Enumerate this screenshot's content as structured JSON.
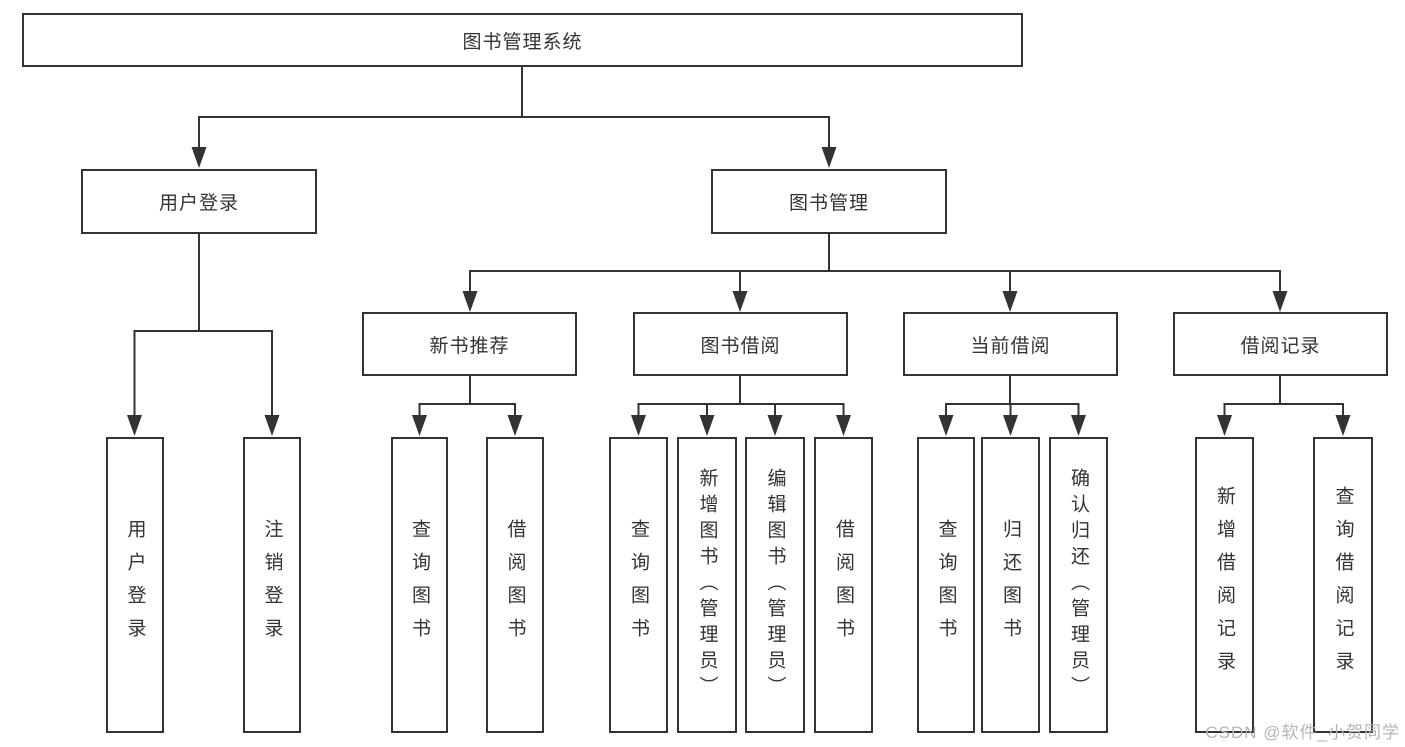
{
  "colors": {
    "line": "#333333",
    "text": "#333333",
    "box-bg": "#ffffff",
    "background": "#ffffff",
    "watermark": "#b5b5b5"
  },
  "tree": {
    "root": {
      "label": "图书管理系统"
    },
    "level2": [
      {
        "label": "用户登录",
        "leaves": [
          "用户登录",
          "注销登录"
        ]
      },
      {
        "label": "图书管理",
        "groups": [
          {
            "label": "新书推荐",
            "leaves": [
              "查询图书",
              "借阅图书"
            ]
          },
          {
            "label": "图书借阅",
            "leaves": [
              "查询图书",
              "新增图书（管理员）",
              "编辑图书（管理员）",
              "借阅图书"
            ]
          },
          {
            "label": "当前借阅",
            "leaves": [
              "查询图书",
              "归还图书",
              "确认归还（管理员）"
            ]
          },
          {
            "label": "借阅记录",
            "leaves": [
              "新增借阅记录",
              "查询借阅记录"
            ]
          }
        ]
      }
    ]
  },
  "watermark": {
    "text": "CSDN @软件_小贺同学"
  }
}
